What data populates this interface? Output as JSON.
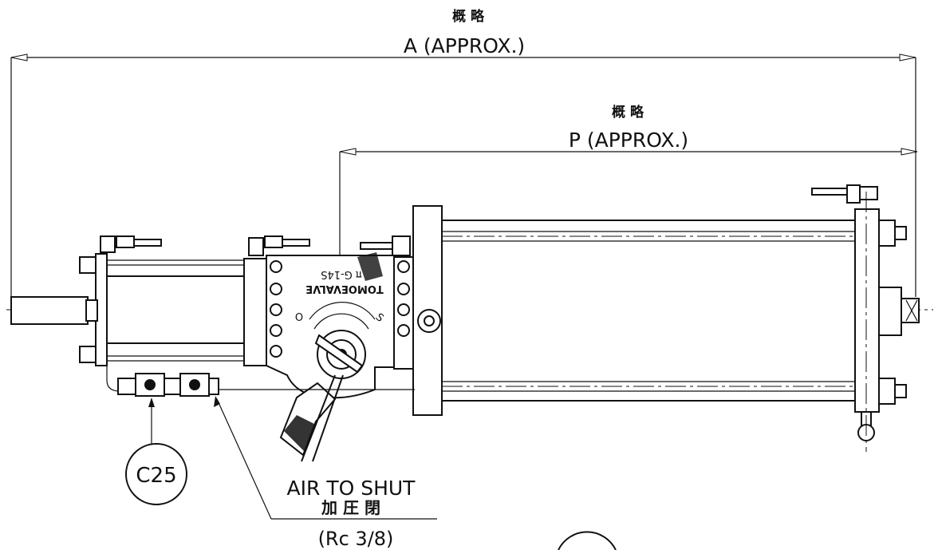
{
  "dimensions": {
    "overall": {
      "label_jp": "概 略",
      "label": "A (APPROX.)"
    },
    "partial": {
      "label_jp": "概 略",
      "label": "P (APPROX.)"
    }
  },
  "positioner_plate": {
    "brand": "TOMOEVALVE",
    "model": "π G-14S",
    "scale_open": "O",
    "scale_shut": "S"
  },
  "callouts": {
    "c25": "C25",
    "air_label": "AIR TO SHUT",
    "air_label_jp": "加 圧 閉",
    "port_size": "(Rc 3/8)"
  }
}
